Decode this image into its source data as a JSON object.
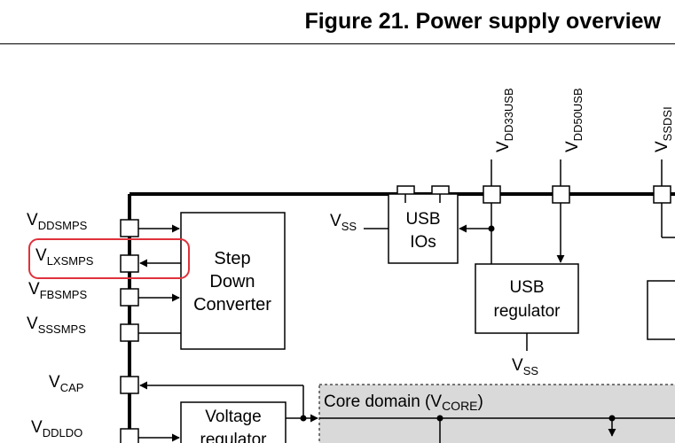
{
  "figure": {
    "title": "Figure 21. Power supply overview"
  },
  "pins": {
    "vddsmps": {
      "main": "V",
      "sub": "DDSMPS"
    },
    "vlxsmps": {
      "main": "V",
      "sub": "LXSMPS"
    },
    "vfbsmps": {
      "main": "V",
      "sub": "FBSMPS"
    },
    "vsssmps": {
      "main": "V",
      "sub": "SSSMPS"
    },
    "vcap": {
      "main": "V",
      "sub": "CAP"
    },
    "vddldo": {
      "main": "V",
      "sub": "DDLDO"
    },
    "vdd33usb": {
      "main": "V",
      "sub": "DD33USB"
    },
    "vdd50usb": {
      "main": "V",
      "sub": "DD50USB"
    },
    "vssdsi": {
      "main": "V",
      "sub": "SSDSI"
    },
    "vss_usb_io": {
      "main": "V",
      "sub": "SS"
    },
    "vss_usb_reg": {
      "main": "V",
      "sub": "SS"
    }
  },
  "blocks": {
    "step_down": [
      "Step",
      "Down",
      "Converter"
    ],
    "usb_ios": [
      "USB",
      "IOs"
    ],
    "usb_regulator": [
      "USB",
      "regulator"
    ],
    "voltage_regulator": [
      "Voltage",
      "regulator"
    ],
    "core_domain": {
      "main": "Core domain (V",
      "sub": "CORE",
      "end": ")"
    }
  },
  "colors": {
    "highlight": "#e0313b",
    "core_fill": "#d9d9d9",
    "line": "#000000"
  }
}
